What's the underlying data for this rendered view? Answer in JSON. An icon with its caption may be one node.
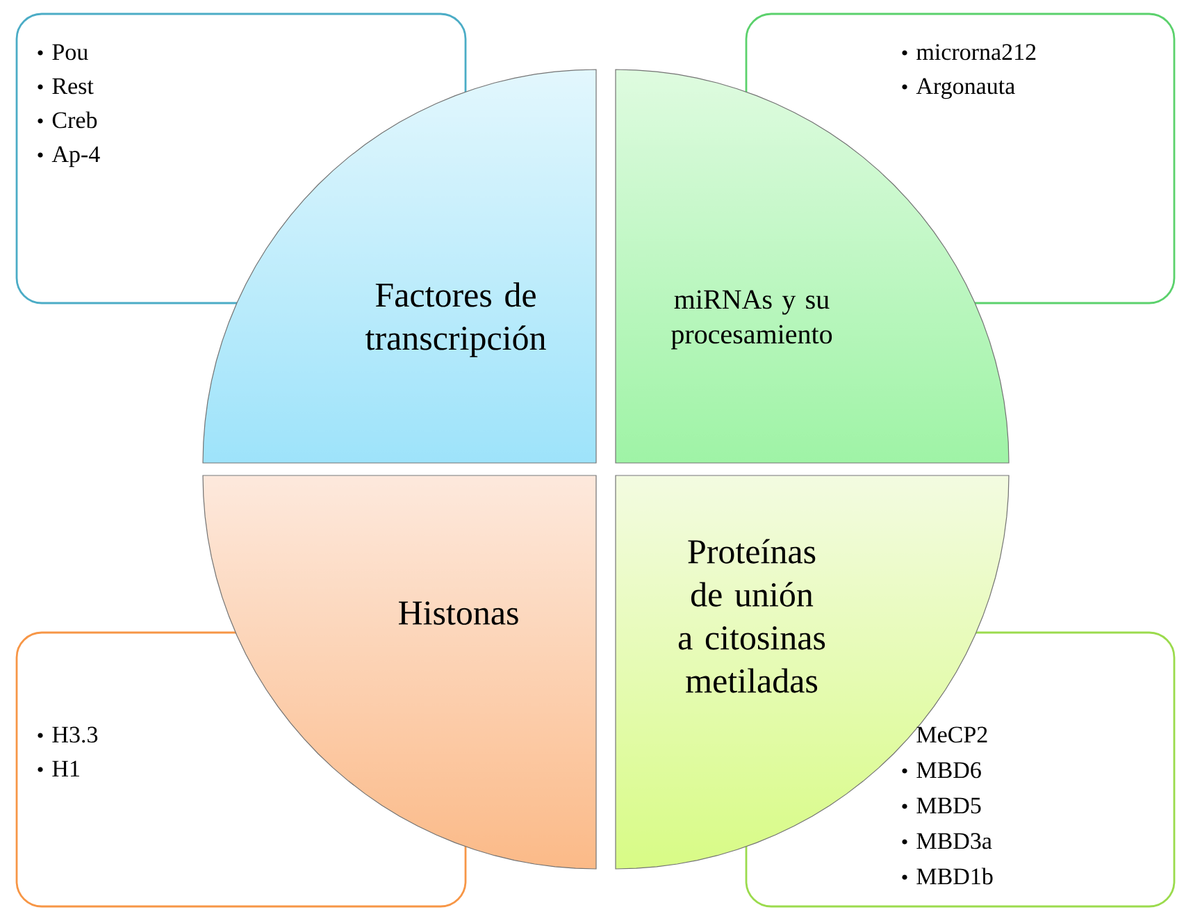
{
  "diagram": {
    "nodes": [
      {
        "text": [
          "Pou",
          "Rest",
          "Creb",
          "Ap-4"
        ]
      },
      {
        "text": [
          "microrna212",
          "Argonauta"
        ]
      },
      {
        "text": [
          "Factores de transcripción"
        ]
      },
      {
        "text": [
          "miRNAs y su procesamiento"
        ]
      },
      {
        "text": [
          "Histonas"
        ]
      },
      {
        "text": [
          "Proteínas de unión a citosinas metiladas"
        ]
      },
      {
        "text": [
          "H3.3",
          "H1"
        ]
      },
      {
        "text": [
          "MeCP2",
          "MBD6",
          "MBD5",
          "MBD3a",
          "MBD1b"
        ]
      }
    ]
  }
}
